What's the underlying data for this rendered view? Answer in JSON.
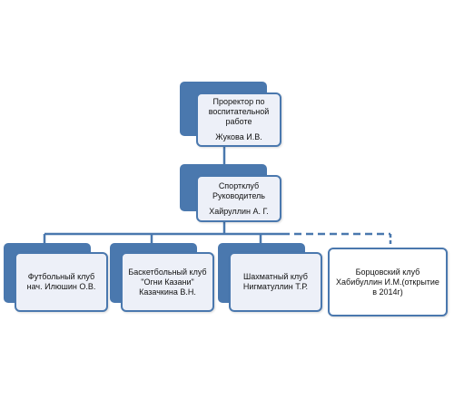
{
  "colors": {
    "box_dark": "#4a78ae",
    "box_light": "#edf0f8",
    "line": "#4a78ae"
  },
  "nodes": {
    "prorector": {
      "lines": [
        "Проректор по",
        "воспитательной",
        "работе",
        "Жукова И.В."
      ]
    },
    "sportclub": {
      "lines": [
        "Спортклуб",
        "Руководитель",
        "Хайруллин А. Г."
      ]
    },
    "football": {
      "lines": [
        "Футбольный клуб",
        "нач. Илюшин О.В."
      ]
    },
    "basketball": {
      "lines": [
        "Баскетбольный клуб",
        "\"Огни Казани\"",
        "Казачкина В.Н."
      ]
    },
    "chess": {
      "lines": [
        "Шахматный клуб",
        "Нигматуллин Т.Р."
      ]
    },
    "wrestling": {
      "lines": [
        "Борцовский клуб",
        "Хабибуллин И.М.(открытие",
        "в 2014г)"
      ]
    }
  }
}
